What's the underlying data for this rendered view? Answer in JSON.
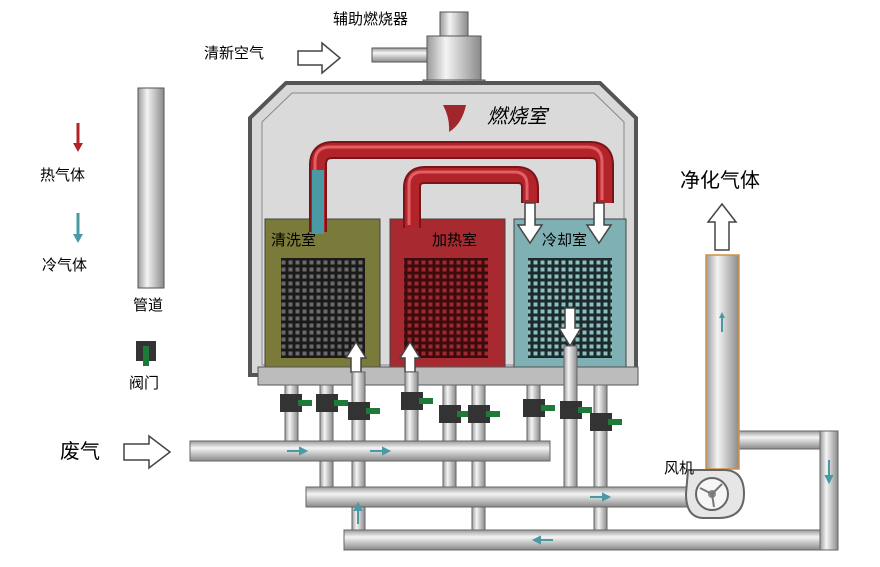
{
  "labels": {
    "aux_burner": "辅助燃烧器",
    "fresh_air": "清新空气",
    "combustion_chamber": "燃烧室",
    "hot_gas": "热气体",
    "cold_gas": "冷气体",
    "pipe": "管道",
    "valve": "阀门",
    "exhaust_gas": "废气",
    "purified_gas": "净化气体",
    "fan": "风机",
    "cleaning_chamber": "清洗室",
    "heating_chamber": "加热室",
    "cooling_chamber": "冷却室"
  },
  "colors": {
    "hot_gas": "#b3242a",
    "cold_gas": "#4a9aa5",
    "valve_body": "#333333",
    "valve_handle": "#1f7a3a",
    "cleaning_chamber": "#7a7a3a",
    "heating_chamber": "#a82a30",
    "cooling_chamber": "#7fb0b3",
    "chamber_shell": "#d8d8d8"
  }
}
